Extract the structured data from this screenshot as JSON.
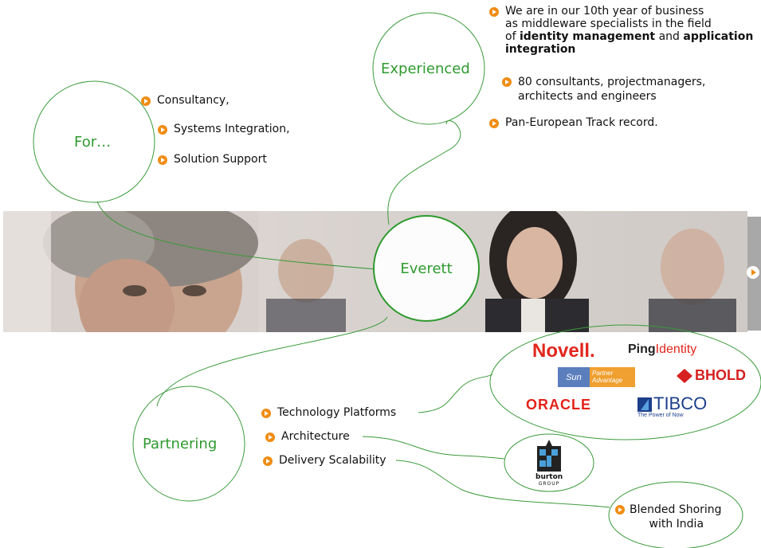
{
  "nodes": {
    "center": "Everett",
    "for": "For…",
    "experienced": "Experienced",
    "partnering": "Partnering"
  },
  "for_items": [
    "Consultancy,",
    "Systems Integration,",
    "Solution Support"
  ],
  "experienced_items": {
    "item1_line1": "We are in our 10th year of business",
    "item1_line2": "as middleware specialists in the field",
    "item1_line3_prefix": "of ",
    "item1_bold1": "identity management",
    "item1_and": " and ",
    "item1_bold2": "application",
    "item1_line4": "integration",
    "item2_line1": "80 consultants, projectmanagers,",
    "item2_line2": "architects and engineers",
    "item3": "Pan-European Track record."
  },
  "partnering_items": [
    "Technology Platforms",
    "Architecture",
    "Delivery Scalability"
  ],
  "logos": {
    "novell": "Novell",
    "novell_dot": ".",
    "ping": "Ping",
    "ping_identity": "Identity",
    "sun": "Sun",
    "sun_partner_line1": "Partner",
    "sun_partner_line2": "Advantage",
    "bhold": "BHOLD",
    "oracle": "ORACLE",
    "tibco": "TIBCO",
    "tibco_tagline": "The Power of Now",
    "burton_line1": "burton",
    "burton_line2": "GROUP"
  },
  "blended": {
    "line1": "Blended Shoring",
    "line2": "with India"
  },
  "colors": {
    "accent_green": "#2e9a2e",
    "bullet_orange": "#f08c12",
    "novell_red": "#e1261c",
    "oracle_red": "#e2231a",
    "bhold_red": "#d62020",
    "tibco_blue": "#1c3f8c",
    "sun_blue": "#5b7fbd",
    "sun_orange": "#f0a030"
  },
  "icons": {
    "bullet": "orange-circle-arrow-icon",
    "scroll": "next-arrow-icon"
  }
}
